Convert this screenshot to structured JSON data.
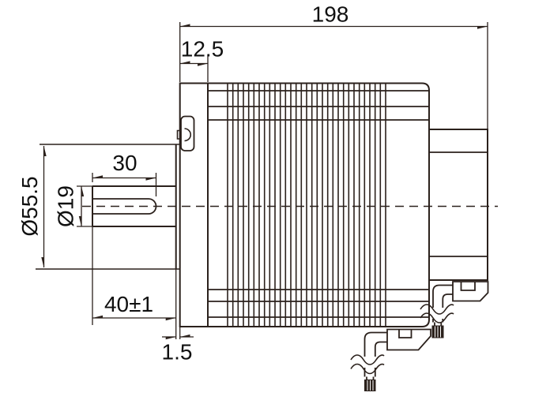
{
  "drawing": {
    "dimensions": {
      "overall_length": "198",
      "flange_thickness": "12.5",
      "keyway_length": "30",
      "pilot_diameter": "Ø55.5",
      "shaft_diameter": "Ø19",
      "shaft_extension_length": "40±1",
      "pilot_boss_thickness": "1.5"
    },
    "colors": {
      "line": "#2b211c",
      "text": "#101010",
      "background": "#ffffff"
    }
  }
}
